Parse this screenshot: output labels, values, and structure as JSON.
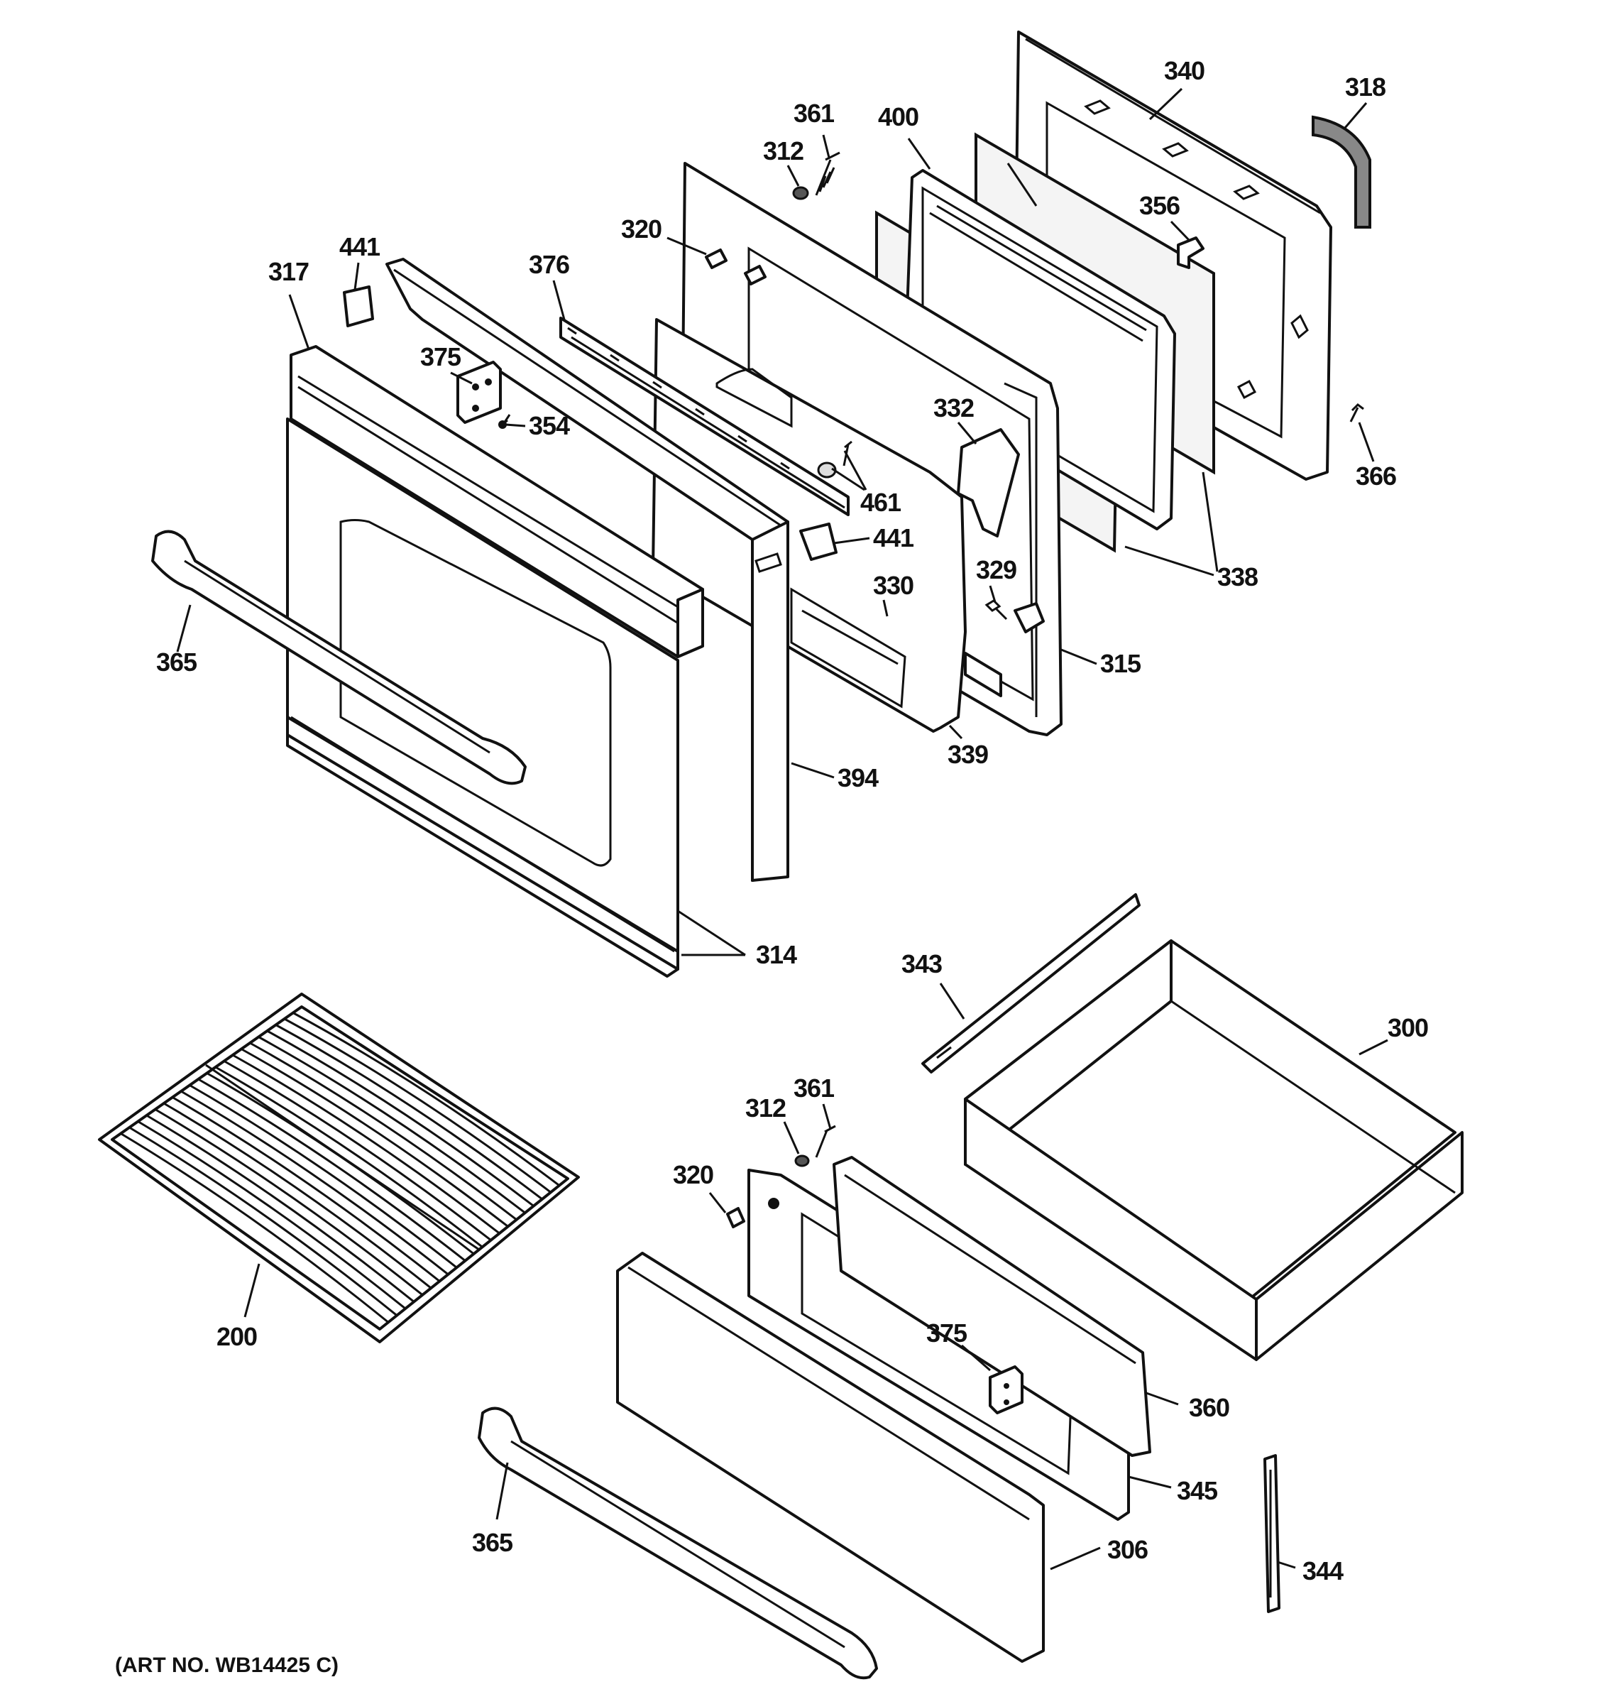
{
  "callouts": {
    "c340": "340",
    "c318": "318",
    "c361a": "361",
    "c400": "400",
    "c312a": "312",
    "c356": "356",
    "c320a": "320",
    "c441a": "441",
    "c376": "376",
    "c317": "317",
    "c375a": "375",
    "c354": "354",
    "c332": "332",
    "c366": "366",
    "c461": "461",
    "c441b": "441",
    "c338": "338",
    "c330": "330",
    "c329": "329",
    "c365a": "365",
    "c315": "315",
    "c339": "339",
    "c394": "394",
    "c314": "314",
    "c343": "343",
    "c300": "300",
    "c361b": "361",
    "c312b": "312",
    "c320b": "320",
    "c200": "200",
    "c375b": "375",
    "c360": "360",
    "c345": "345",
    "c365b": "365",
    "c306": "306",
    "c344": "344"
  },
  "art_number": "(ART NO. WB14425 C)"
}
